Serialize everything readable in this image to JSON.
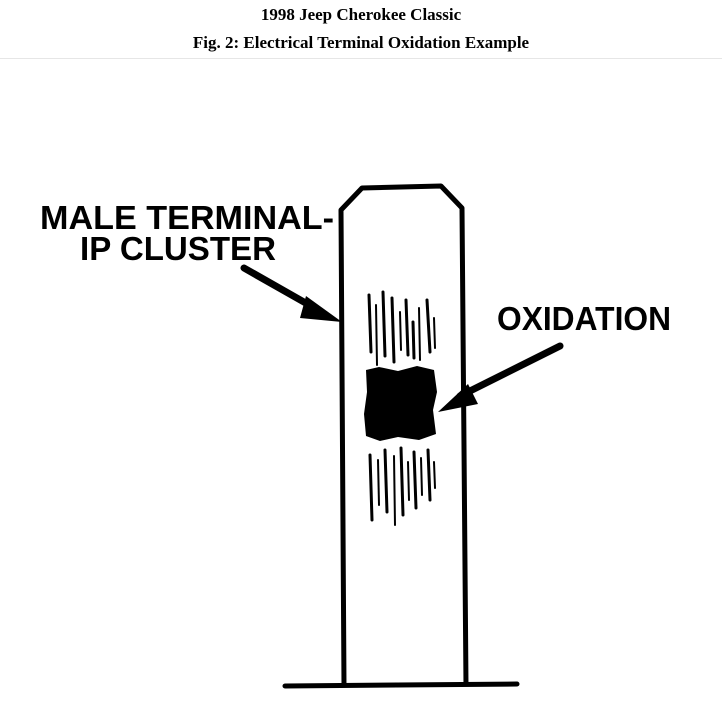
{
  "header": {
    "title": "1998 Jeep Cherokee Classic",
    "subtitle": "Fig. 2: Electrical Terminal Oxidation Example"
  },
  "figure": {
    "labels": {
      "male_terminal_line1": "MALE TERMINAL-",
      "male_terminal_line2": "IP CLUSTER",
      "oxidation": "OXIDATION"
    },
    "colors": {
      "ink": "#000000",
      "background": "#ffffff"
    }
  }
}
